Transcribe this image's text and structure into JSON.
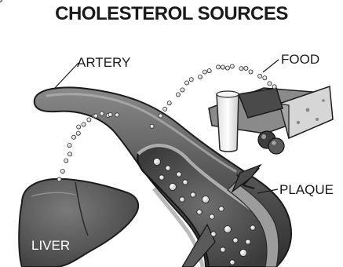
{
  "title": "CHOLESTEROL SOURCES",
  "labels": {
    "artery": "ARTERY",
    "food": "FOOD",
    "plaque": "PLAQUE",
    "liver": "LIVER"
  }
}
